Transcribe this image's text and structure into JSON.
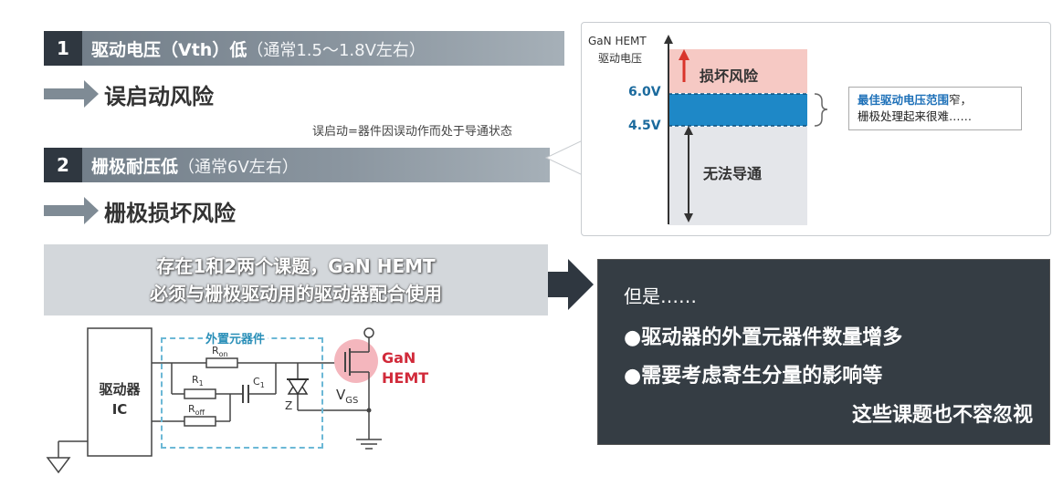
{
  "row1": {
    "num": "1",
    "title": "驱动电压（Vth）低",
    "note": "（通常1.5～1.8V左右）"
  },
  "risk1": "误启动风险",
  "risk1_note": "误启动=器件因误动作而处于导通状态",
  "row2": {
    "num": "2",
    "title": "栅极耐压低",
    "note": "（通常6V左右）"
  },
  "risk2": "栅极损坏风险",
  "statement": {
    "line1": "存在1和2两个课题，GaN HEMT",
    "line2": "必须与栅极驱动用的驱动器配合使用"
  },
  "result": {
    "but": "但是……",
    "bullet1": "●驱动器的外置元器件数量增多",
    "bullet2": "●需要考虑寄生分量的影响等",
    "conclusion": "这些课题也不容忽视"
  },
  "panel": {
    "axis_label_1": "GaN HEMT",
    "axis_label_2": "驱动电压",
    "upper_voltage": "6.0V",
    "lower_voltage": "4.5V",
    "danger_zone": "损坏风险",
    "off_zone": "无法导通",
    "best_range_highlight": "最佳驱动电压范围",
    "best_range_rest": "窄，",
    "best_range_line2": "栅极处理起来很难……"
  },
  "circuit": {
    "driver_line1": "驱动器",
    "driver_line2": "IC",
    "external_parts": "外置元器件",
    "r_on": "R",
    "r_on_sub": "on",
    "r1": "R",
    "r1_sub": "1",
    "c1": "C",
    "c1_sub": "1",
    "r_off": "R",
    "r_off_sub": "off",
    "zener": "Z",
    "vgs": "V",
    "vgs_sub": "GS",
    "device_line1": "GaN",
    "device_line2": "HEMT"
  },
  "colors": {
    "danger": "#f6c9c4",
    "best": "#1e88c7",
    "off": "#e4e6ea",
    "arrow_red": "#d9342b",
    "device_highlight": "#f4b6bd",
    "device_text": "#d12a3a",
    "dashed_box": "#6cb8d6"
  }
}
